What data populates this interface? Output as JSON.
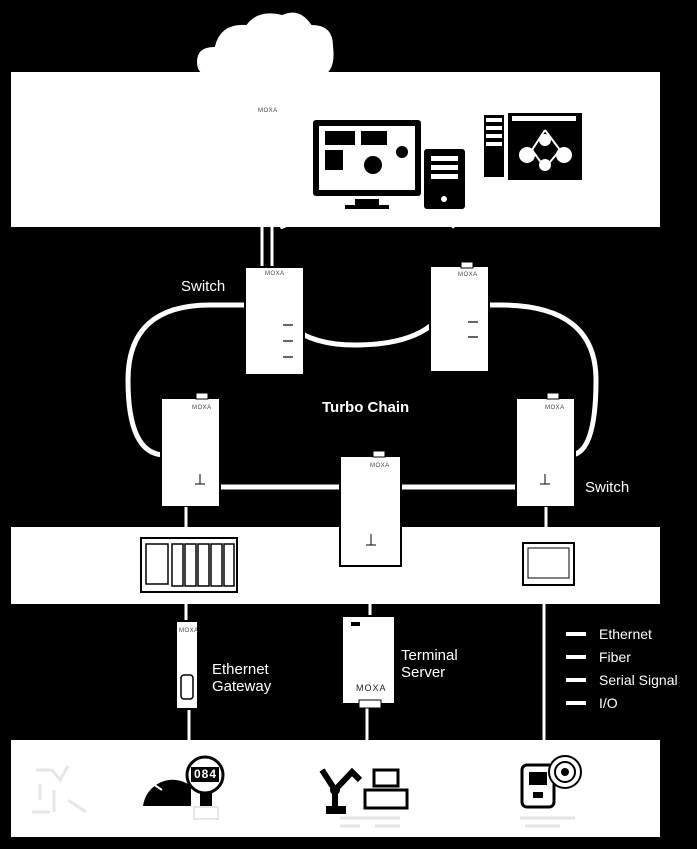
{
  "labels": {
    "switch_top": "Switch",
    "switch_right": "Switch",
    "turbo_chain": "Turbo Chain",
    "ethernet_gateway": "Ethernet\nGateway",
    "terminal_server": "Terminal\nServer"
  },
  "brand": "MOXA",
  "display_value": "084",
  "legend": [
    {
      "label": "Ethernet"
    },
    {
      "label": "Fiber"
    },
    {
      "label": "Serial Signal"
    },
    {
      "label": "I/O"
    }
  ],
  "colors": {
    "background": "#000000",
    "panel": "#ffffff",
    "line": "#ffffff",
    "text": "#ffffff"
  }
}
